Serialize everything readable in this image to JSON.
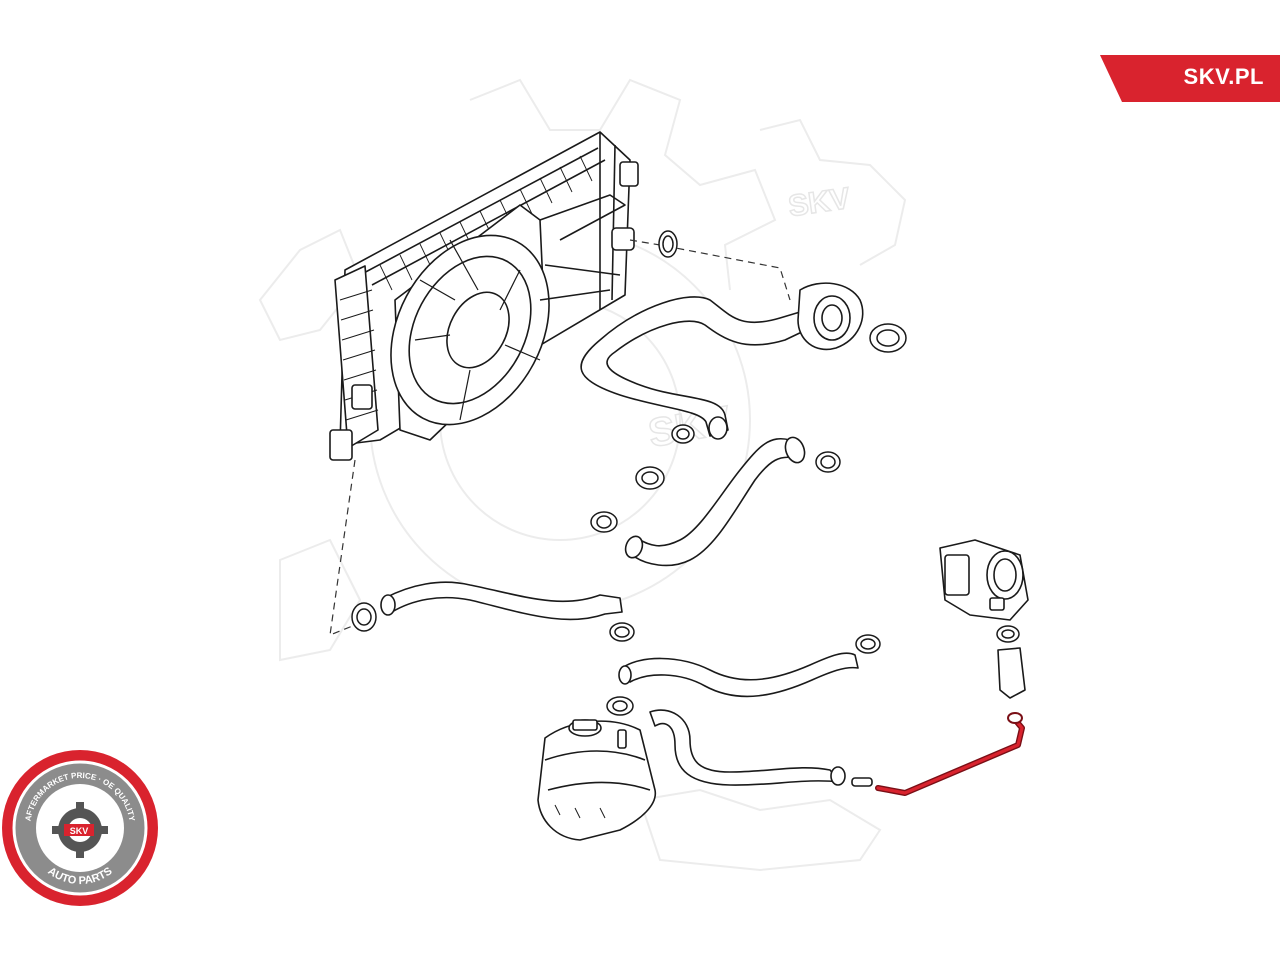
{
  "brand": {
    "site_label": "SKV.PL",
    "accent_color": "#d9232e"
  },
  "watermark": {
    "text": "SKV"
  },
  "seal": {
    "ring_top_text": "AFTERMARKET PRICE · OE QUALITY",
    "ring_bottom_text": "AUTO PARTS",
    "center_text": "SKV"
  },
  "diagram": {
    "highlighted_part": "coolant-hose",
    "highlight_color": "#c8202b",
    "line_color": "#1a1a1a"
  }
}
